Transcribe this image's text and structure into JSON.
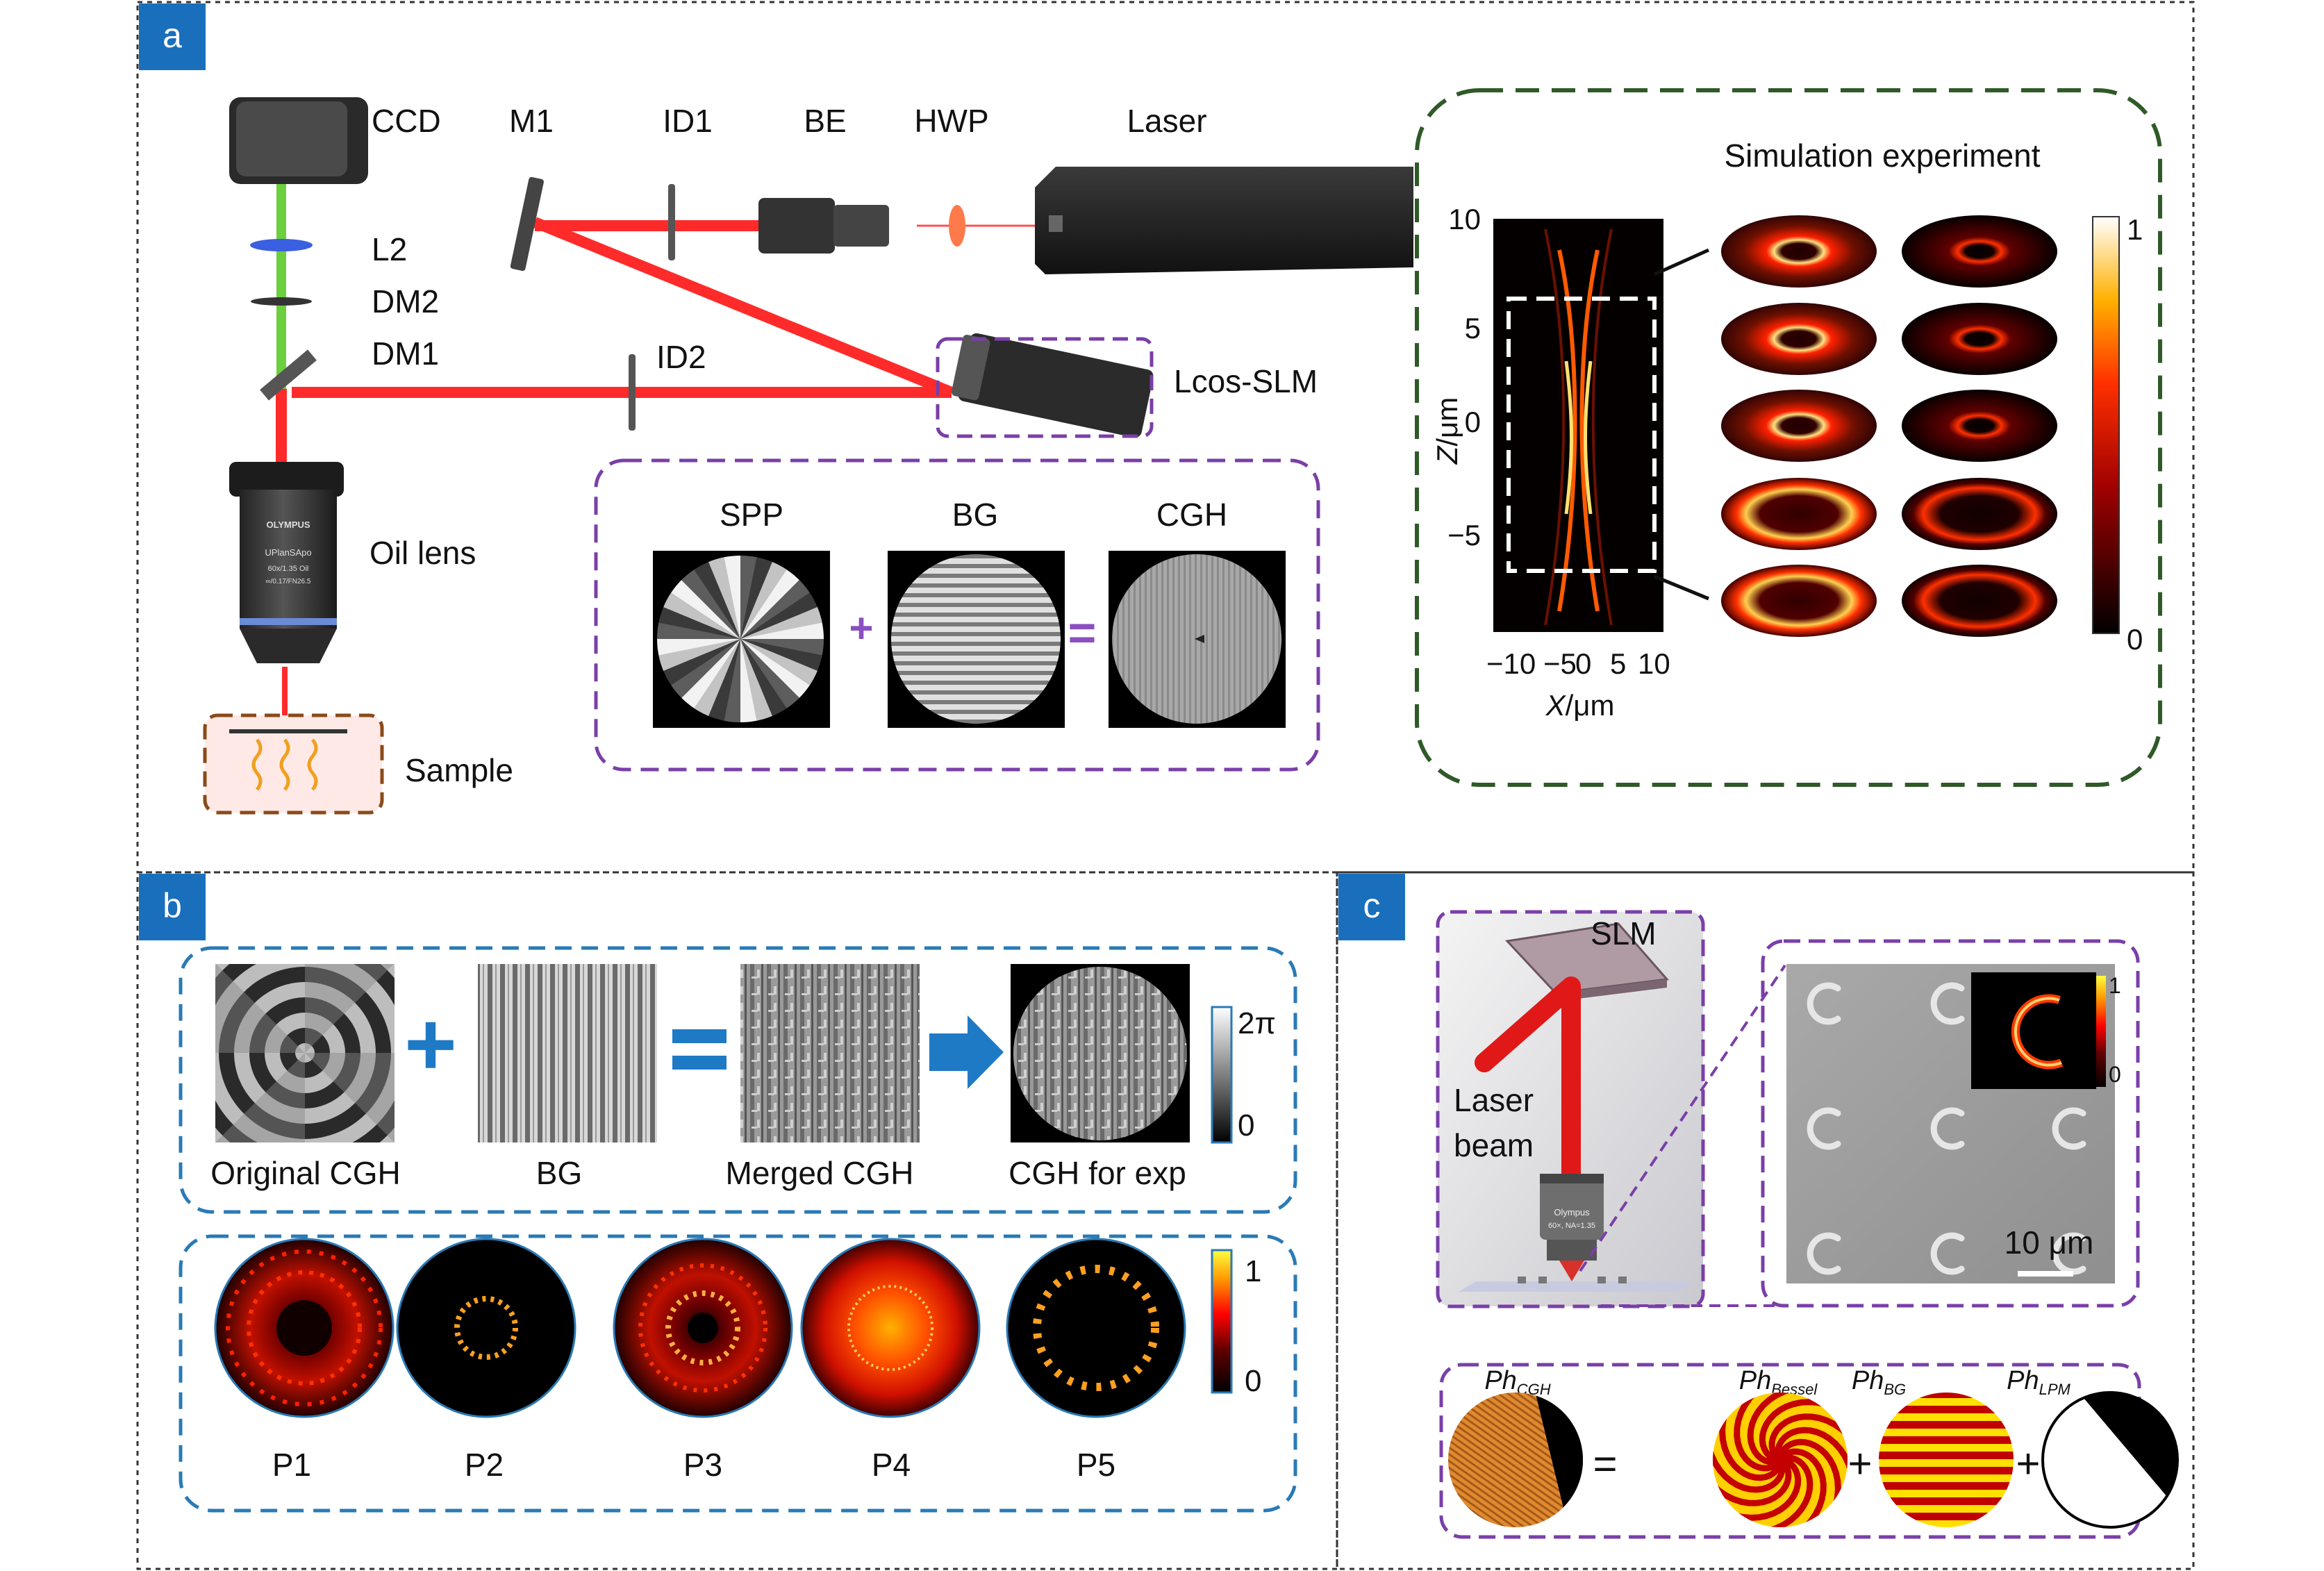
{
  "panels": {
    "a": {
      "tag": "a"
    },
    "b": {
      "tag": "b"
    },
    "c": {
      "tag": "c"
    }
  },
  "panel_a": {
    "ccd": "CCD",
    "m1": "M1",
    "id1": "ID1",
    "be": "BE",
    "hwp": "HWP",
    "laser": "Laser",
    "l2": "L2",
    "dm2": "DM2",
    "dm1": "DM1",
    "id2": "ID2",
    "lcos_slm": "Lcos-SLM",
    "oil_lens": "Oil lens",
    "sample": "Sample",
    "objective_brand": "OLYMPUS",
    "objective_model": "UPlanSApo",
    "objective_spec1": "60x/1.35 Oil",
    "objective_spec2": "∞/0.17/FN26.5",
    "hologram_titles": {
      "spp": "SPP",
      "bg": "BG",
      "cgh": "CGH"
    },
    "plus": "+",
    "equals": "=",
    "simulation_title": "Simulation experiment",
    "z_ticks": [
      "10",
      "5",
      "0",
      "−5"
    ],
    "z_label_main": "Z",
    "z_label_unit": "/μm",
    "x_ticks": [
      "−10",
      "−5",
      "0",
      "5",
      "10"
    ],
    "x_label_main": "X",
    "x_label_unit": "/μm",
    "colorbar_max": "1",
    "colorbar_min": "0"
  },
  "panel_b": {
    "labels": {
      "original": "Original CGH",
      "bg": "BG",
      "merged": "Merged CGH",
      "exp": "CGH for exp"
    },
    "phase_max": "2π",
    "phase_min": "0",
    "patterns": [
      "P1",
      "P2",
      "P3",
      "P4",
      "P5"
    ],
    "int_max": "1",
    "int_min": "0"
  },
  "panel_c": {
    "slm": "SLM",
    "laser_beam_1": "Laser",
    "laser_beam_2": "beam",
    "objective_text1": "Olympus",
    "objective_text2": "60×, NA=1.35",
    "scale_bar": "10 μm",
    "inset_max": "1",
    "inset_min": "0",
    "terms": [
      {
        "main": "Ph",
        "sub": "CGH"
      },
      {
        "main": "Ph",
        "sub": "Bessel"
      },
      {
        "main": "Ph",
        "sub": "BG"
      },
      {
        "main": "Ph",
        "sub": "LPM"
      }
    ],
    "equals": "=",
    "plus": "+"
  }
}
